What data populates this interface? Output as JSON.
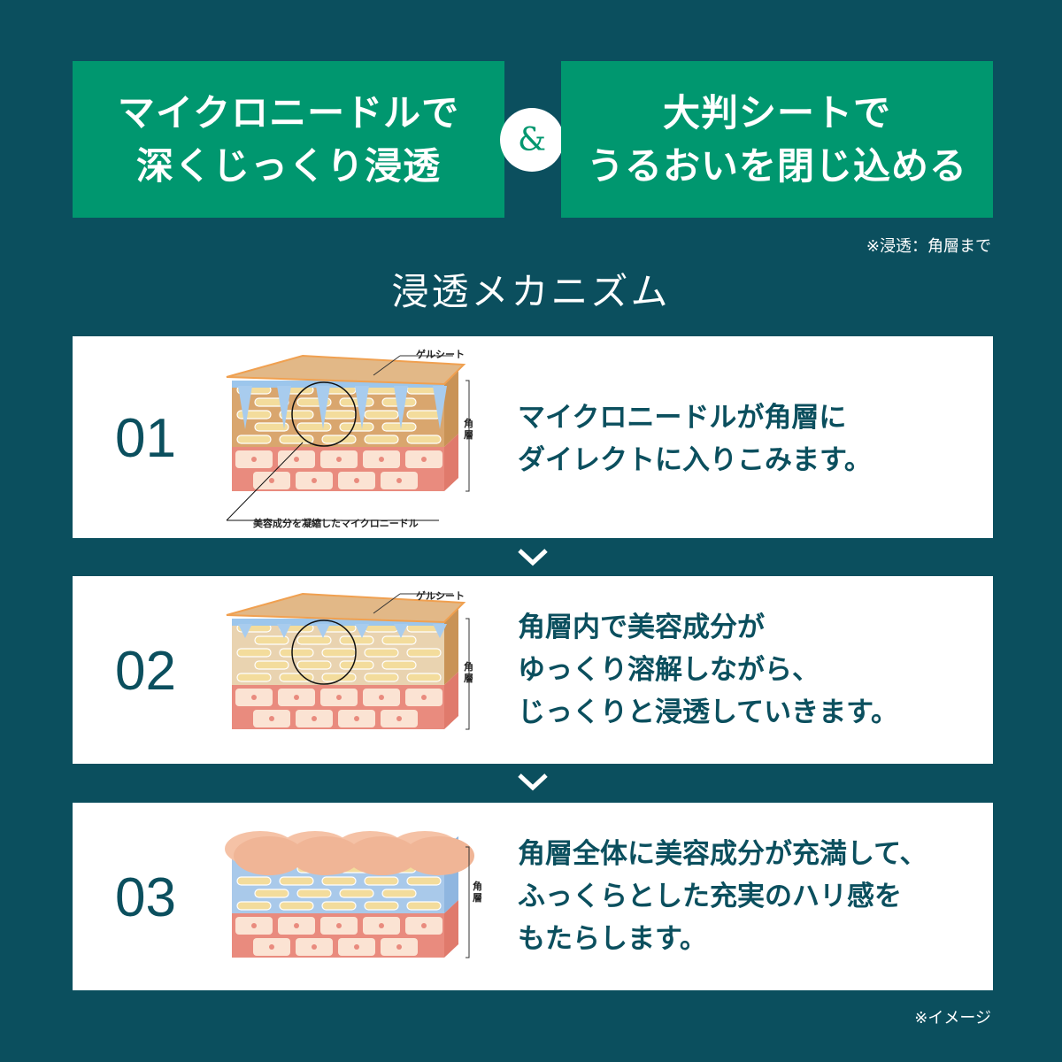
{
  "header": {
    "left_lines": [
      "マイクロニードルで",
      "深くじっくり浸透"
    ],
    "ampersand": "&",
    "right_lines": [
      "大判シートで",
      "うるおいを閉じ込める"
    ],
    "note": "※浸透：角層まで"
  },
  "section_title": "浸透メカニズム",
  "steps": [
    {
      "number": "01",
      "lines": [
        "マイクロニードルが角層に",
        "ダイレクトに入りこみます。"
      ],
      "label_sheet": "ゲルシート",
      "label_layer": "角層",
      "label_needle": "美容成分を凝縮したマイクロニードル"
    },
    {
      "number": "02",
      "lines": [
        "角層内で美容成分が",
        "ゆっくり溶解しながら、",
        "じっくりと浸透していきます。"
      ],
      "label_sheet": "ゲルシート",
      "label_layer": "角層"
    },
    {
      "number": "03",
      "lines": [
        "角層全体に美容成分が充満して、",
        "ふっくらとした充実のハリ感を",
        "もたらします。"
      ],
      "label_layer": "角層"
    }
  ],
  "footer_note": "※イメージ",
  "colors": {
    "background": "#0b4f5e",
    "green": "#00976f"
  }
}
